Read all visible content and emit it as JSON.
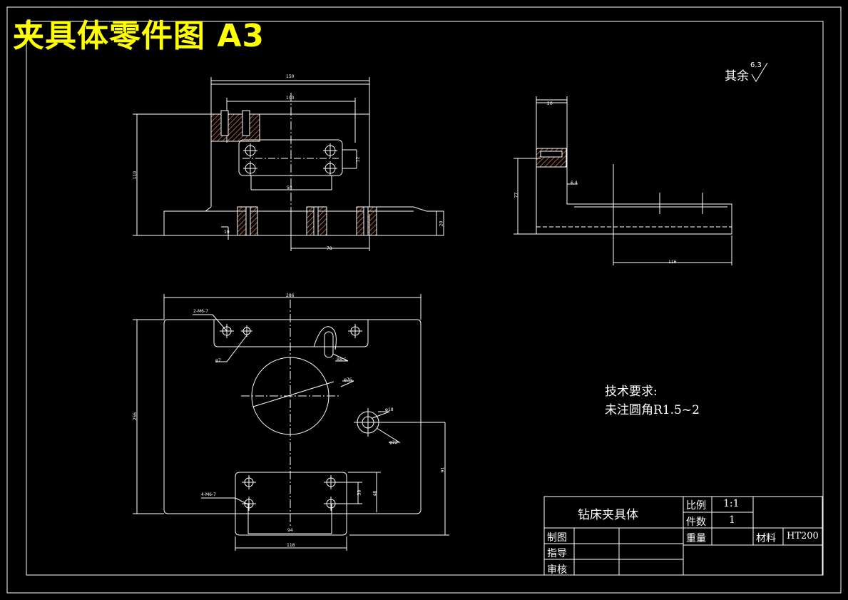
{
  "drawing": {
    "heading": "夹具体零件图 A3",
    "surface_note": "其余",
    "roughness_value": "6.3"
  },
  "technical_requirements": {
    "title": "技术要求:",
    "line1": "未注圆角R1.5~2"
  },
  "title_block": {
    "part_name": "钻床夹具体",
    "scale_label": "比例",
    "scale_value": "1:1",
    "quantity_label": "件数",
    "quantity_value": "1",
    "drawn_label": "制图",
    "weight_label": "重量",
    "material_label": "材料",
    "material_value": "HT200",
    "guide_label": "指导",
    "review_label": "审核"
  },
  "dimensions": {
    "front_top_width": "150",
    "front_inner_width": "100",
    "front_height": "110",
    "front_hole_spacing": "58",
    "front_right": "12",
    "front_bottom": "78",
    "front_small": "10",
    "front_base": "20",
    "side_top": "20",
    "side_height": "77",
    "side_length": "116",
    "side_small": "6.4",
    "top_width": "286",
    "top_height": "256",
    "top_hole_label": "2-M6-7",
    "top_phi7": "φ7",
    "top_r": "R8.5",
    "top_bore": "φ76",
    "top_small_bore": "φ18",
    "top_small_bore2": "φ22",
    "top_right_dim": "91",
    "bottom_hole_label": "4-M6-7",
    "bottom_v1": "38",
    "bottom_v2": "48",
    "bottom_h1": "94",
    "bottom_h2": "118"
  }
}
